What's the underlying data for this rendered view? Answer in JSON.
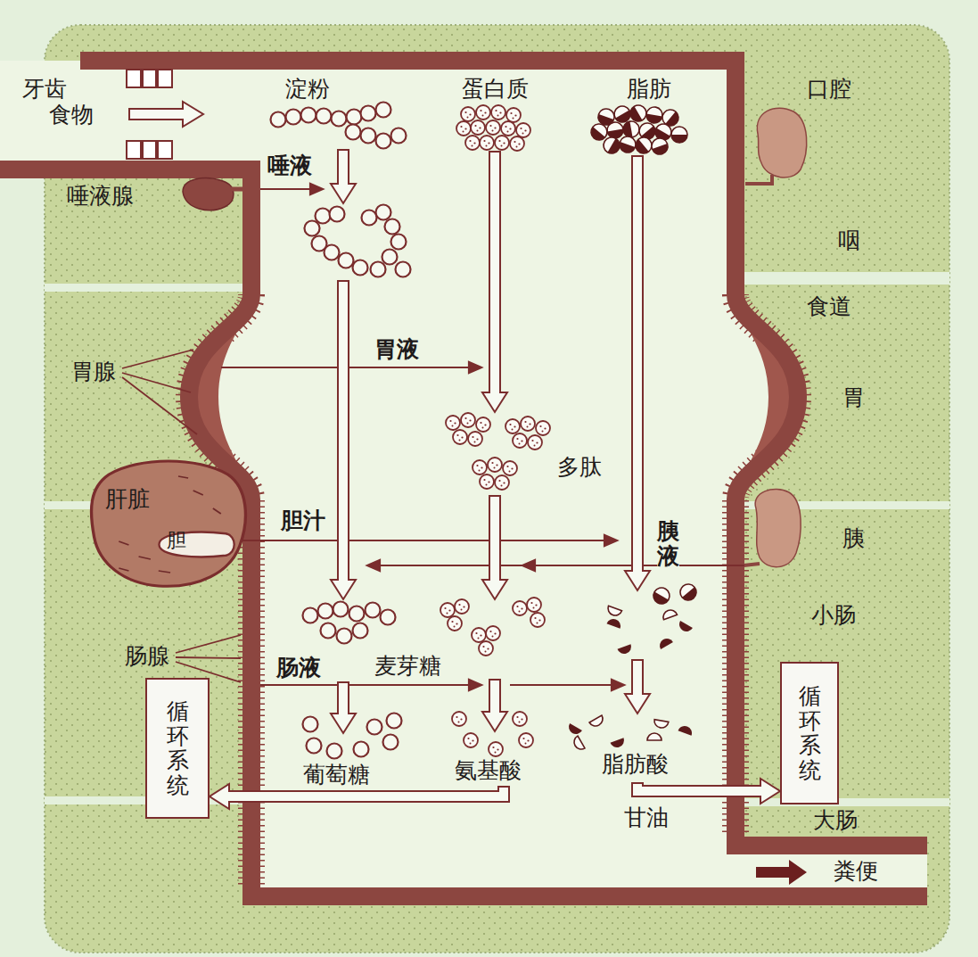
{
  "diagram": {
    "nodes": [
      {
        "text": [
          "肝脏"
        ]
      },
      {
        "text": [
          "胆"
        ],
        "in": 0
      },
      {
        "text": [
          "循环系统"
        ]
      },
      {
        "text": [
          "循环系统"
        ]
      }
    ],
    "labels": [
      "牙齿",
      "食物",
      "淀粉",
      "蛋白质",
      "脂肪",
      "口腔",
      "唾液",
      "唾液腺",
      "咽",
      "食道",
      "胃腺",
      "胃液",
      "胃",
      "多肽",
      "胆汁",
      "胰液",
      "胰",
      "小肠",
      "肠腺",
      "肠液",
      "麦芽糖",
      "葡萄糖",
      "氨基酸",
      "脂肪酸",
      "甘油",
      "大肠",
      "粪便"
    ]
  }
}
